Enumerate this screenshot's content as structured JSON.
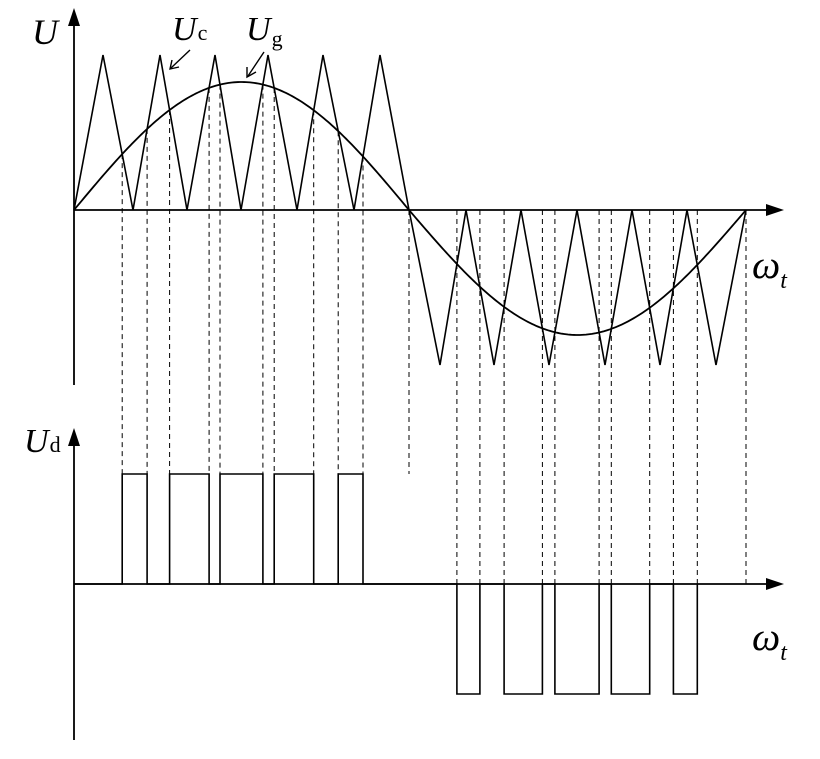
{
  "labels": {
    "u_axis": "U",
    "u_carrier": "U",
    "u_carrier_sub": "c",
    "u_signal": "U",
    "u_signal_sub": "g",
    "ud_axis": "U",
    "ud_axis_sub": "d",
    "omega_top": "ω",
    "omega_top_sub": "t",
    "omega_bottom": "ω",
    "omega_bottom_sub": "t"
  },
  "signal": {
    "period_fraction": 1,
    "peaks": 12
  },
  "colors": {
    "line": "#000000",
    "background": "#ffffff"
  }
}
